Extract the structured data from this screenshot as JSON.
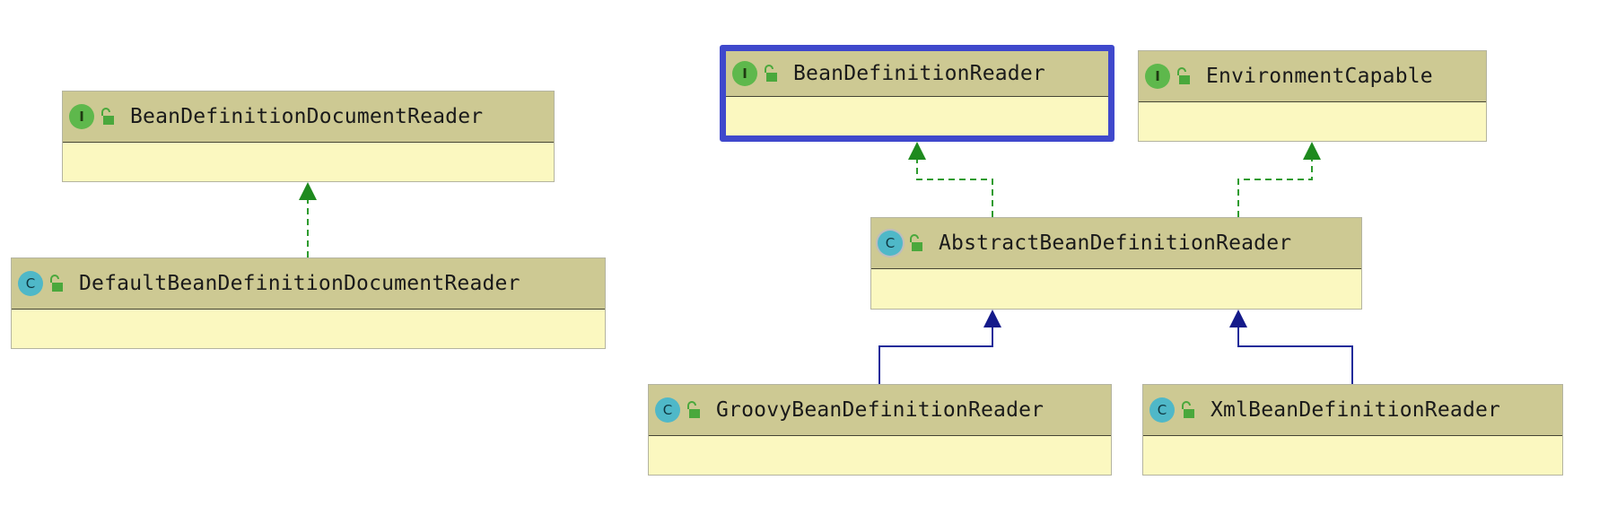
{
  "diagram": {
    "nodes": [
      {
        "id": "bddr",
        "kind_label": "I",
        "kind": "interface",
        "name": "BeanDefinitionDocumentReader",
        "selected": false
      },
      {
        "id": "dbddr",
        "kind_label": "C",
        "kind": "class",
        "name": "DefaultBeanDefinitionDocumentReader",
        "selected": false
      },
      {
        "id": "bdr",
        "kind_label": "I",
        "kind": "interface",
        "name": "BeanDefinitionReader",
        "selected": true
      },
      {
        "id": "ec",
        "kind_label": "I",
        "kind": "interface",
        "name": "EnvironmentCapable",
        "selected": false
      },
      {
        "id": "abdr",
        "kind_label": "C",
        "kind": "abstract",
        "name": "AbstractBeanDefinitionReader",
        "selected": false
      },
      {
        "id": "gbdr",
        "kind_label": "C",
        "kind": "class",
        "name": "GroovyBeanDefinitionReader",
        "selected": false
      },
      {
        "id": "xbdr",
        "kind_label": "C",
        "kind": "class",
        "name": "XmlBeanDefinitionReader",
        "selected": false
      }
    ],
    "edges": [
      {
        "from": "dbddr",
        "to": "bddr",
        "type": "implements"
      },
      {
        "from": "abdr",
        "to": "bdr",
        "type": "implements"
      },
      {
        "from": "abdr",
        "to": "ec",
        "type": "implements"
      },
      {
        "from": "gbdr",
        "to": "abdr",
        "type": "extends"
      },
      {
        "from": "xbdr",
        "to": "abdr",
        "type": "extends"
      }
    ],
    "colors": {
      "header_bg": "#cdc993",
      "body_bg": "#fbf8c0",
      "selection": "#3f48cc",
      "implements_edge": "#2e9b2e",
      "extends_edge": "#1f2b9a"
    }
  }
}
